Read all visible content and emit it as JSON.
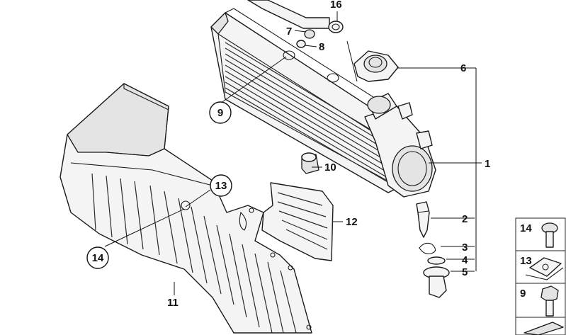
{
  "callouts": {
    "c1": "1",
    "c2": "2",
    "c3": "3",
    "c4": "4",
    "c5": "5",
    "c6": "6",
    "c7": "7",
    "c8": "8",
    "c9": "9",
    "c10": "10",
    "c11": "11",
    "c12": "12",
    "c13": "13",
    "c14": "14",
    "c16": "16"
  },
  "legend": {
    "items": [
      {
        "label": "14",
        "icon": "bolt-icon"
      },
      {
        "label": "13",
        "icon": "clip-nut-icon"
      },
      {
        "label": "9",
        "icon": "hex-bolt-icon"
      },
      {
        "label": "",
        "icon": "spring-clip-icon"
      }
    ]
  }
}
